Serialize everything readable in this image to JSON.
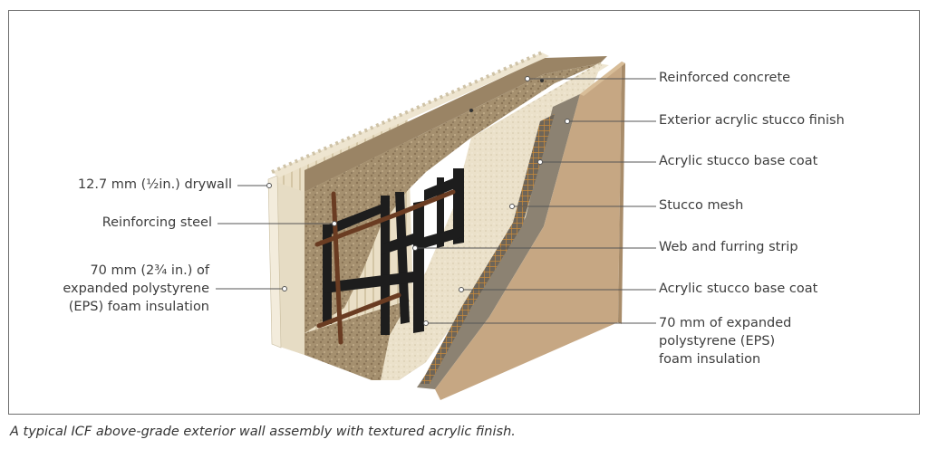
{
  "labels_left": {
    "drywall": "12.7 mm (½in.) drywall",
    "steel": "Reinforcing steel",
    "eps_inner_line1": "70 mm (2¾ in.) of",
    "eps_inner_line2": "expanded polystyrene",
    "eps_inner_line3": "(EPS) foam insulation"
  },
  "labels_right": {
    "concrete": "Reinforced concrete",
    "finish": "Exterior acrylic stucco finish",
    "base_coat_top": "Acrylic stucco base coat",
    "mesh": "Stucco mesh",
    "web": "Web and furring strip",
    "base_coat_bottom": "Acrylic stucco base coat",
    "eps_outer_line1": "70 mm of expanded",
    "eps_outer_line2": "polystyrene (EPS)",
    "eps_outer_line3": "foam insulation"
  },
  "caption": "A typical ICF above-grade exterior wall assembly with textured acrylic finish.",
  "colors": {
    "frame": "#6d6d6d",
    "leader": "#555555",
    "concrete": "#a08a6c",
    "foam": "#ece2cc",
    "stucco": "#c8a985",
    "base_coat": "#8a8070",
    "mesh": "#c98a3a",
    "web": "#1c1c1c",
    "rebar": "#6a3c22"
  }
}
